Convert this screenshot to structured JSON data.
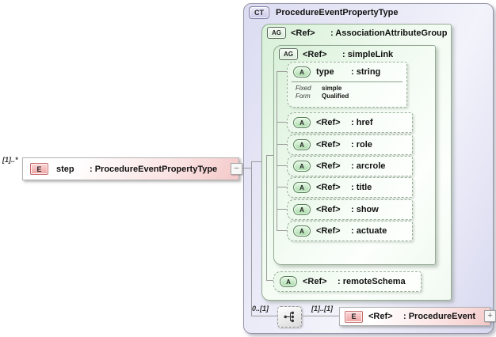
{
  "palette": {
    "complex_type_fill": "#dcdcf2",
    "group_fill": "#d8f0d8",
    "attribute_fill": "#e9f7e9",
    "element_fill": "#f4c8c8",
    "connector": "#9a9a9a"
  },
  "element": {
    "multiplicity": "[1]..*",
    "badge": "E",
    "name": "step",
    "type": ": ProcedureEventPropertyType",
    "collapse_glyph": "−"
  },
  "complex_type": {
    "badge": "CT",
    "title": "ProcedureEventPropertyType",
    "association_group": {
      "badge": "AG",
      "name": "<Ref>",
      "type": ": AssociationAttributeGroup",
      "simple_link": {
        "badge": "AG",
        "name": "<Ref>",
        "type": ": simpleLink",
        "attributes": [
          {
            "badge": "A",
            "name": "type",
            "type": ": string",
            "facets": [
              {
                "label": "Fixed",
                "value": "simple"
              },
              {
                "label": "Form",
                "value": "Qualified"
              }
            ]
          },
          {
            "badge": "A",
            "name": "<Ref>",
            "type": ": href"
          },
          {
            "badge": "A",
            "name": "<Ref>",
            "type": ": role"
          },
          {
            "badge": "A",
            "name": "<Ref>",
            "type": ": arcrole"
          },
          {
            "badge": "A",
            "name": "<Ref>",
            "type": ": title"
          },
          {
            "badge": "A",
            "name": "<Ref>",
            "type": ": show"
          },
          {
            "badge": "A",
            "name": "<Ref>",
            "type": ": actuate"
          }
        ]
      },
      "remote_schema": {
        "badge": "A",
        "name": "<Ref>",
        "type": ": remoteSchema"
      }
    },
    "sequence": {
      "multiplicity_left": "0..[1]",
      "multiplicity_right": "[1]..[1]",
      "element": {
        "badge": "E",
        "name": "<Ref>",
        "type": ": ProcedureEvent",
        "expand_glyph": "+"
      }
    }
  }
}
